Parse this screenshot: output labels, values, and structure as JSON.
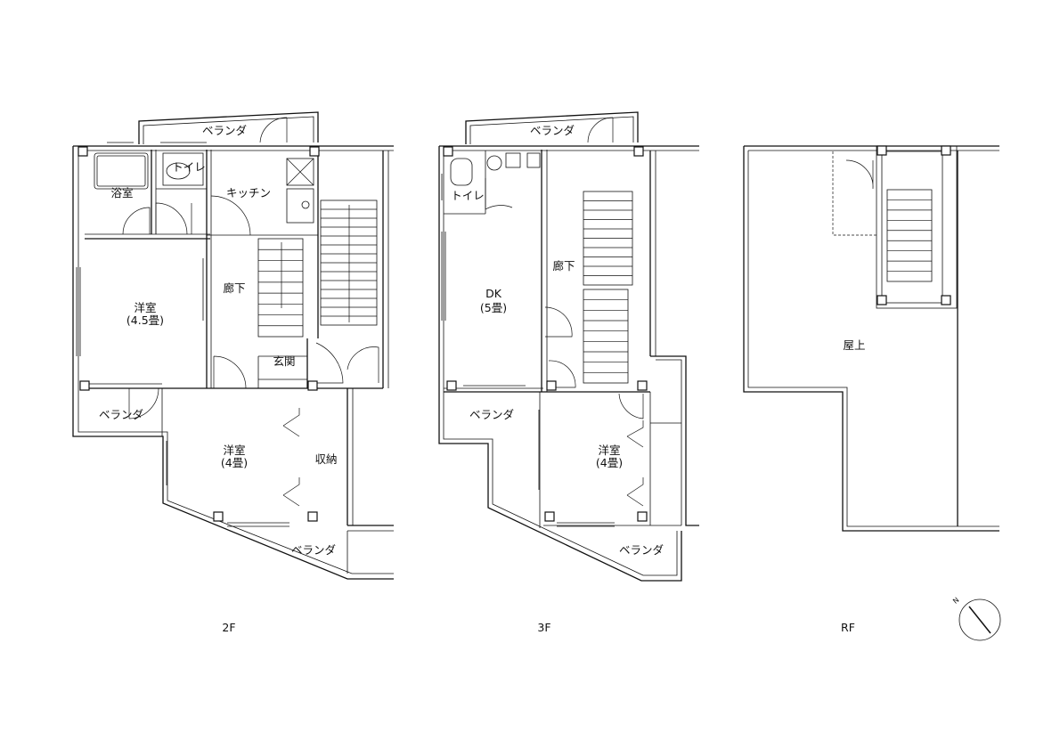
{
  "floors": [
    {
      "label": "2F",
      "rooms": [
        {
          "id": "balcony-top",
          "text": "ベランダ"
        },
        {
          "id": "bath",
          "text": "浴室"
        },
        {
          "id": "toilet",
          "text": "トイレ"
        },
        {
          "id": "kitchen",
          "text": "キッチン"
        },
        {
          "id": "hall",
          "text": "廊下"
        },
        {
          "id": "western1",
          "text": "洋室",
          "size": "(4.5畳)"
        },
        {
          "id": "entrance",
          "text": "玄関"
        },
        {
          "id": "balcony-left",
          "text": "ベランダ"
        },
        {
          "id": "western2",
          "text": "洋室",
          "size": "(4畳)"
        },
        {
          "id": "storage",
          "text": "収納"
        },
        {
          "id": "balcony-bottom",
          "text": "ベランダ"
        }
      ]
    },
    {
      "label": "3F",
      "rooms": [
        {
          "id": "balcony-top",
          "text": "ベランダ"
        },
        {
          "id": "toilet",
          "text": "トイレ"
        },
        {
          "id": "hall",
          "text": "廊下"
        },
        {
          "id": "dk",
          "text": "DK",
          "size": "(5畳)"
        },
        {
          "id": "balcony-left",
          "text": "ベランダ"
        },
        {
          "id": "western",
          "text": "洋室",
          "size": "(4畳)"
        },
        {
          "id": "balcony-bottom",
          "text": "ベランダ"
        }
      ]
    },
    {
      "label": "RF",
      "rooms": [
        {
          "id": "rooftop",
          "text": "屋上"
        }
      ]
    }
  ],
  "compass": {
    "north_label": "N"
  }
}
